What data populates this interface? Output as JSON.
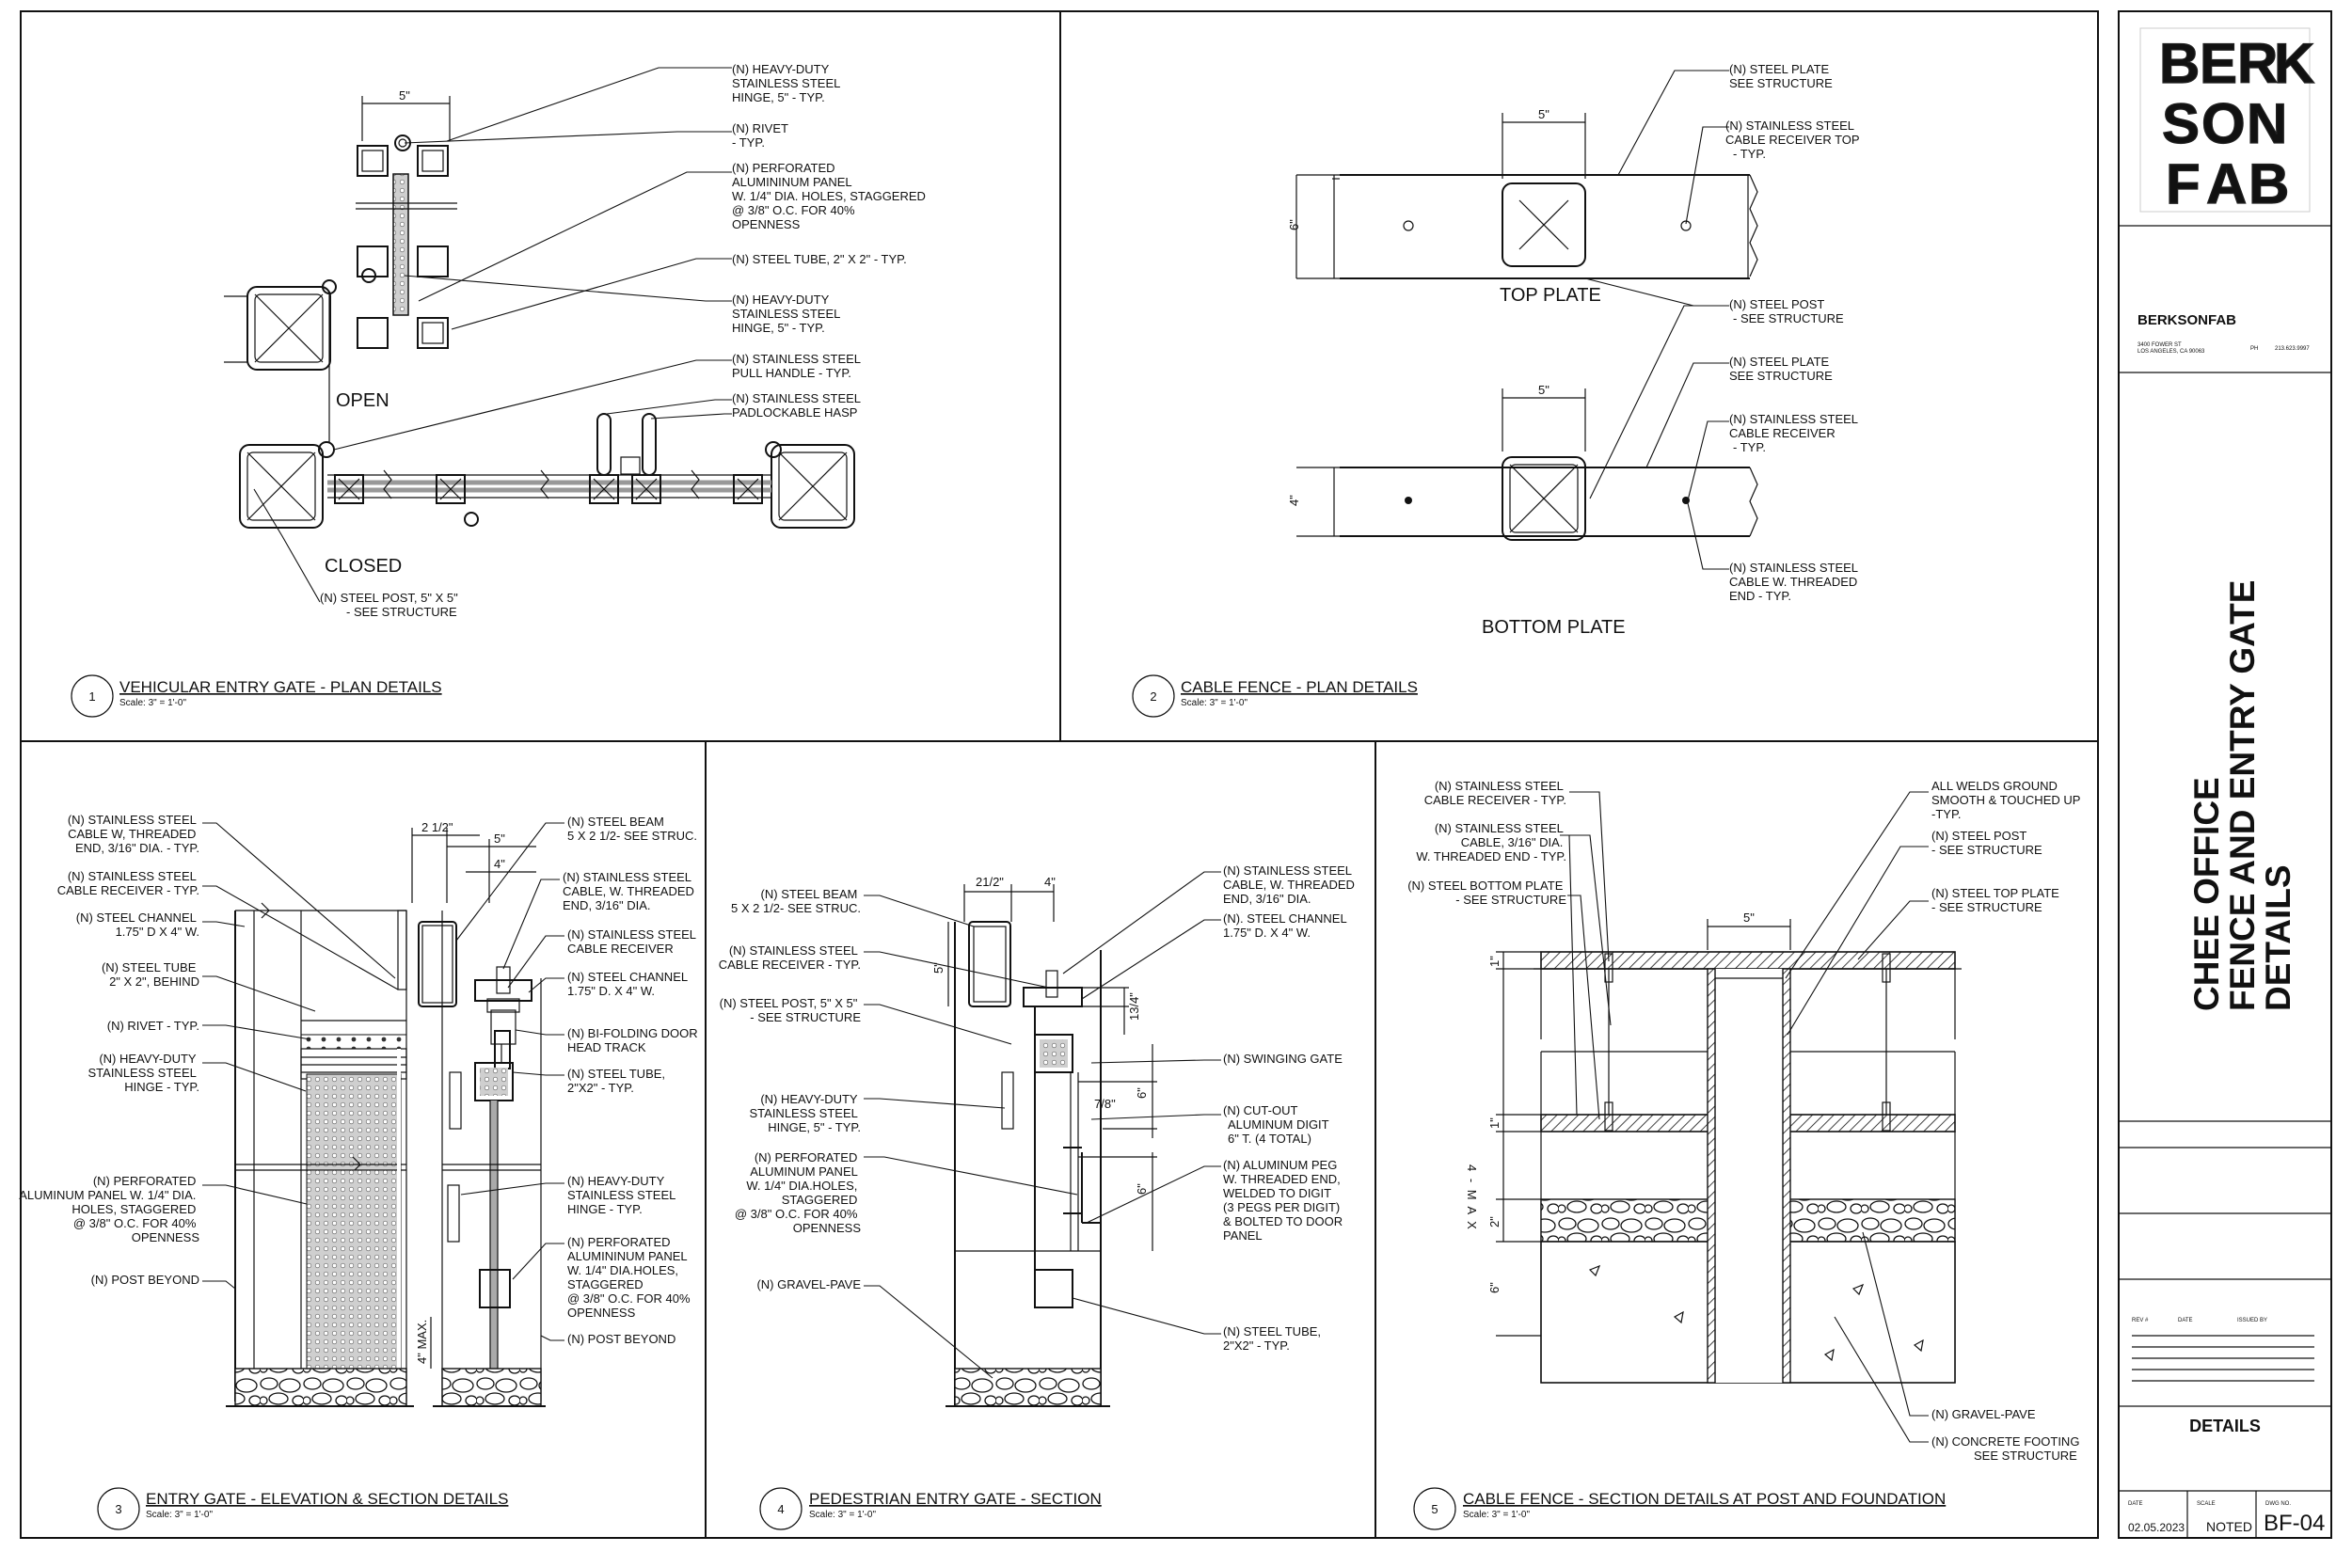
{
  "sheet": {
    "company": "BERKSONFAB",
    "address_line1": "3400 FOWER ST",
    "address_line2": "LOS ANGELES, CA 90063",
    "phone_label": "PH",
    "phone": "213.623.9997",
    "project_title_lines": [
      "CHEE OFFICE",
      "FENCE AND ENTRY GATE",
      "DETAILS"
    ],
    "rev_headers": [
      "REV #",
      "DATE",
      "ISSUED BY"
    ],
    "sheet_name": "DETAILS",
    "date_label": "DATE",
    "date": "02.05.2023",
    "scale_label": "SCALE",
    "scale": "NOTED",
    "dwg_label": "DWG NO.",
    "dwg_no": "BF-04"
  },
  "logo": {
    "letters": [
      "B",
      "E",
      "R",
      "K",
      "S",
      "O",
      "N",
      "F",
      "A",
      "B"
    ],
    "colors": [
      "#7a5230",
      "#9a3b2a",
      "#c0392b",
      "#3c3c3c",
      "#d8762b",
      "#5b6e3a",
      "#8a6b4a",
      "#8a2a20",
      "#b58a3a",
      "#2c5d8a"
    ]
  },
  "details": [
    {
      "number": "1",
      "title": "VEHICULAR ENTRY GATE - PLAN DETAILS",
      "scale": "Scale: 3\" = 1'-0\"",
      "labels": {
        "open": "OPEN",
        "closed": "CLOSED",
        "dim": "5\""
      },
      "notes": [
        [
          "(N) HEAVY-DUTY",
          "STAINLESS STEEL",
          "HINGE, 5\" - TYP."
        ],
        [
          "(N) RIVET",
          "- TYP."
        ],
        [
          "(N) PERFORATED",
          "ALUMININUM PANEL",
          "W. 1/4\" DIA. HOLES, STAGGERED",
          "@ 3/8\" O.C. FOR 40%",
          "OPENNESS"
        ],
        [
          "(N) STEEL TUBE, 2\" X 2\" - TYP."
        ],
        [
          "(N) HEAVY-DUTY",
          "STAINLESS STEEL",
          "HINGE, 5\" - TYP."
        ],
        [
          "(N) STAINLESS STEEL",
          "PULL HANDLE - TYP."
        ],
        [
          "(N) STAINLESS STEEL",
          "PADLOCKABLE HASP"
        ],
        [
          "(N) STEEL POST, 5\" X 5\"",
          "- SEE STRUCTURE"
        ]
      ]
    },
    {
      "number": "2",
      "title": "CABLE FENCE - PLAN DETAILS",
      "scale": "Scale: 3\" = 1'-0\"",
      "labels": {
        "top": "TOP PLATE",
        "bottom": "BOTTOM PLATE",
        "dim5": "5\"",
        "dim6": "6\"",
        "dim4": "4\""
      },
      "notes": [
        [
          "(N) STEEL PLATE",
          "SEE STRUCTURE"
        ],
        [
          "(N) STAINLESS STEEL",
          "CABLE RECEIVER TOP",
          "- TYP."
        ],
        [
          "(N) STEEL POST",
          "- SEE STRUCTURE"
        ],
        [
          "(N) STEEL PLATE",
          "SEE STRUCTURE"
        ],
        [
          "(N) STAINLESS STEEL",
          "CABLE RECEIVER",
          "- TYP."
        ],
        [
          "(N) STAINLESS STEEL",
          "CABLE W. THREADED",
          "END - TYP."
        ]
      ]
    },
    {
      "number": "3",
      "title": "ENTRY GATE - ELEVATION & SECTION DETAILS",
      "scale": "Scale: 3\" = 1'-0\"",
      "labels": {
        "d1": "2 1/2\"",
        "d2": "5\"",
        "d3": "4\"",
        "d4": "4\" MAX."
      },
      "notes_left": [
        [
          "(N) STAINLESS STEEL",
          "CABLE W, THREADED",
          "END, 3/16\" DIA. - TYP."
        ],
        [
          "(N) STAINLESS STEEL",
          "CABLE RECEIVER - TYP."
        ],
        [
          "(N) STEEL CHANNEL",
          "1.75\" D X 4\" W."
        ],
        [
          "(N) STEEL TUBE",
          "2\" X 2\", BEHIND"
        ],
        [
          "(N)  RIVET - TYP."
        ],
        [
          "(N) HEAVY-DUTY",
          "STAINLESS STEEL",
          "HINGE - TYP."
        ],
        [
          "(N)   PERFORATED",
          "ALUMINUM PANEL W. 1/4\" DIA.",
          "HOLES, STAGGERED",
          "@ 3/8\" O.C. FOR 40%",
          "OPENNESS"
        ],
        [
          "(N) POST BEYOND"
        ]
      ],
      "notes_right": [
        [
          "(N) STEEL BEAM",
          "5 X 2 1/2- SEE STRUC."
        ],
        [
          "(N) STAINLESS STEEL",
          "CABLE, W. THREADED",
          "END, 3/16\" DIA."
        ],
        [
          "(N) STAINLESS STEEL",
          "CABLE RECEIVER"
        ],
        [
          "(N) STEEL CHANNEL",
          "1.75\" D. X 4\" W."
        ],
        [
          "(N) BI-FOLDING DOOR",
          "HEAD TRACK"
        ],
        [
          "(N) STEEL TUBE,",
          "2\"X2\" - TYP."
        ],
        [
          "(N) HEAVY-DUTY",
          "STAINLESS STEEL",
          "HINGE - TYP."
        ],
        [
          "(N) PERFORATED",
          "ALUMININUM PANEL",
          "W. 1/4\" DIA.HOLES,",
          "STAGGERED",
          "@ 3/8\" O.C. FOR 40%",
          "OPENNESS"
        ],
        [
          "(N) POST BEYOND"
        ]
      ]
    },
    {
      "number": "4",
      "title": "PEDESTRIAN ENTRY GATE - SECTION",
      "scale": "Scale: 3\" = 1'-0\"",
      "labels": {
        "d1": "21/2\"",
        "d2": "4\"",
        "d3": "5\"",
        "d4": "13/4\"",
        "d5": "6\"",
        "d6": "7/8\"",
        "d7": "6\""
      },
      "notes_left": [
        [
          "(N) STEEL BEAM",
          "5 X 2 1/2- SEE STRUC."
        ],
        [
          "(N) STAINLESS STEEL",
          "CABLE RECEIVER - TYP."
        ],
        [
          "(N) STEEL POST, 5\" X 5\"",
          "- SEE STRUCTURE"
        ],
        [
          "(N) HEAVY-DUTY",
          "STAINLESS STEEL",
          "HINGE, 5\" - TYP."
        ],
        [
          "(N)  PERFORATED",
          "ALUMINUM PANEL",
          "W. 1/4\" DIA.HOLES,",
          "STAGGERED",
          "@ 3/8\" O.C. FOR 40%",
          "OPENNESS"
        ],
        [
          "(N) GRAVEL-PAVE"
        ]
      ],
      "notes_right": [
        [
          "(N) STAINLESS STEEL",
          "CABLE, W. THREADED",
          "END, 3/16\" DIA."
        ],
        [
          "(N). STEEL CHANNEL",
          "1.75\" D. X 4\" W."
        ],
        [
          "(N) SWINGING GATE"
        ],
        [
          "(N)  CUT-OUT",
          "ALUMINUM DIGIT",
          "6\" T. (4 TOTAL)"
        ],
        [
          "(N)  ALUMINUM PEG",
          "W. THREADED END,",
          "WELDED TO DIGIT",
          "(3 PEGS PER DIGIT)",
          "& BOLTED TO DOOR",
          "PANEL"
        ],
        [
          "(N) STEEL TUBE,",
          "2\"X2\" - TYP."
        ]
      ]
    },
    {
      "number": "5",
      "title": "CABLE FENCE - SECTION DETAILS AT POST AND FOUNDATION",
      "scale": "Scale: 3\" = 1'-0\"",
      "labels": {
        "d1": "1\"",
        "d2": "1\"",
        "d3": "4 - M A X",
        "d4": "2\"",
        "d5": "6\"",
        "d6": "5\""
      },
      "notes_left": [
        [
          "(N) STAINLESS STEEL",
          "CABLE RECEIVER - TYP."
        ],
        [
          "(N) STAINLESS STEEL",
          "CABLE, 3/16\" DIA.",
          "W. THREADED END - TYP."
        ],
        [
          "(N) STEEL BOTTOM PLATE",
          "- SEE STRUCTURE"
        ]
      ],
      "notes_right": [
        [
          "ALL WELDS GROUND",
          "SMOOTH & TOUCHED UP",
          "-TYP."
        ],
        [
          "(N) STEEL POST",
          "- SEE STRUCTURE"
        ],
        [
          "(N) STEEL TOP PLATE",
          "- SEE STRUCTURE"
        ],
        [
          "(N) GRAVEL-PAVE"
        ],
        [
          "(N) CONCRETE FOOTING",
          "SEE STRUCTURE"
        ]
      ]
    }
  ]
}
